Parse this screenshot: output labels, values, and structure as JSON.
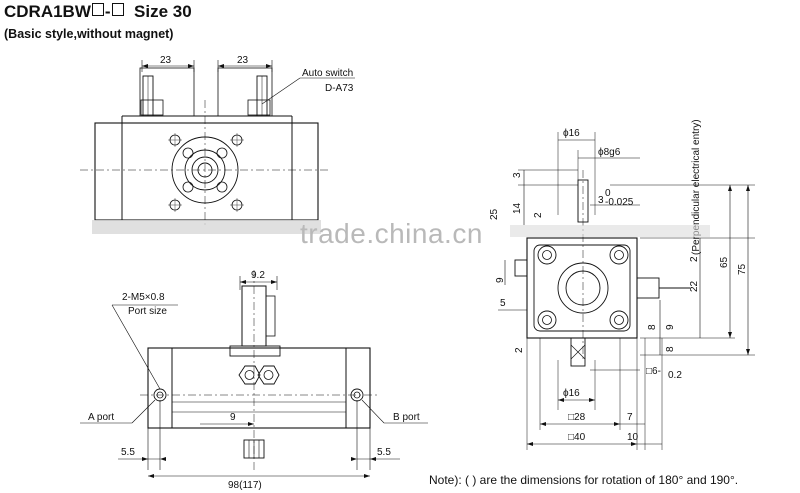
{
  "title": {
    "model_prefix": "CDRA1BW",
    "dash": "-",
    "size": "Size 30"
  },
  "subtitle": "(Basic style,without magnet)",
  "watermark": "trade.china.cn",
  "note": "Note):  ( ) are the dimensions for rotation of 180°  and 190°.",
  "top_view": {
    "dim_left": "23",
    "dim_right": "23",
    "auto_switch_label": "Auto switch",
    "auto_switch_model": "D-A73"
  },
  "front_view": {
    "dim_shaft_width": "9.2",
    "port_size_label_1": "2-M5×0.8",
    "port_size_label_2": "Port size",
    "a_port": "A port",
    "b_port": "B port",
    "dim_center": "9",
    "dim_left_offset": "5.5",
    "dim_right_offset": "5.5",
    "dim_total_width": "98(117)"
  },
  "side_view": {
    "dim_phi16_top": "ϕ16",
    "dim_phi8g6": "ϕ8g6",
    "dim_3_top": "3",
    "dim_14": "14",
    "dim_3_tol": "3",
    "dim_3_tol_upper": "0",
    "dim_3_tol_lower": "-0.025",
    "dim_25": "25",
    "dim_2_top": "2",
    "dim_2_mid": "2",
    "perp_label": "(Perpendicular electrical entry)",
    "dim_65": "65",
    "dim_75": "75",
    "dim_22": "22",
    "dim_9_left": "9",
    "dim_5": "5",
    "dim_9_right": "9",
    "dim_8_a": "8",
    "dim_8_b": "8",
    "dim_2_left": "2",
    "dim_phi16_bottom": "ϕ16",
    "dim_square_6": "□6-",
    "dim_square_6_tol": "0.2",
    "dim_square_28": "□28",
    "dim_7": "7",
    "dim_square_40": "□40",
    "dim_10": "10"
  }
}
